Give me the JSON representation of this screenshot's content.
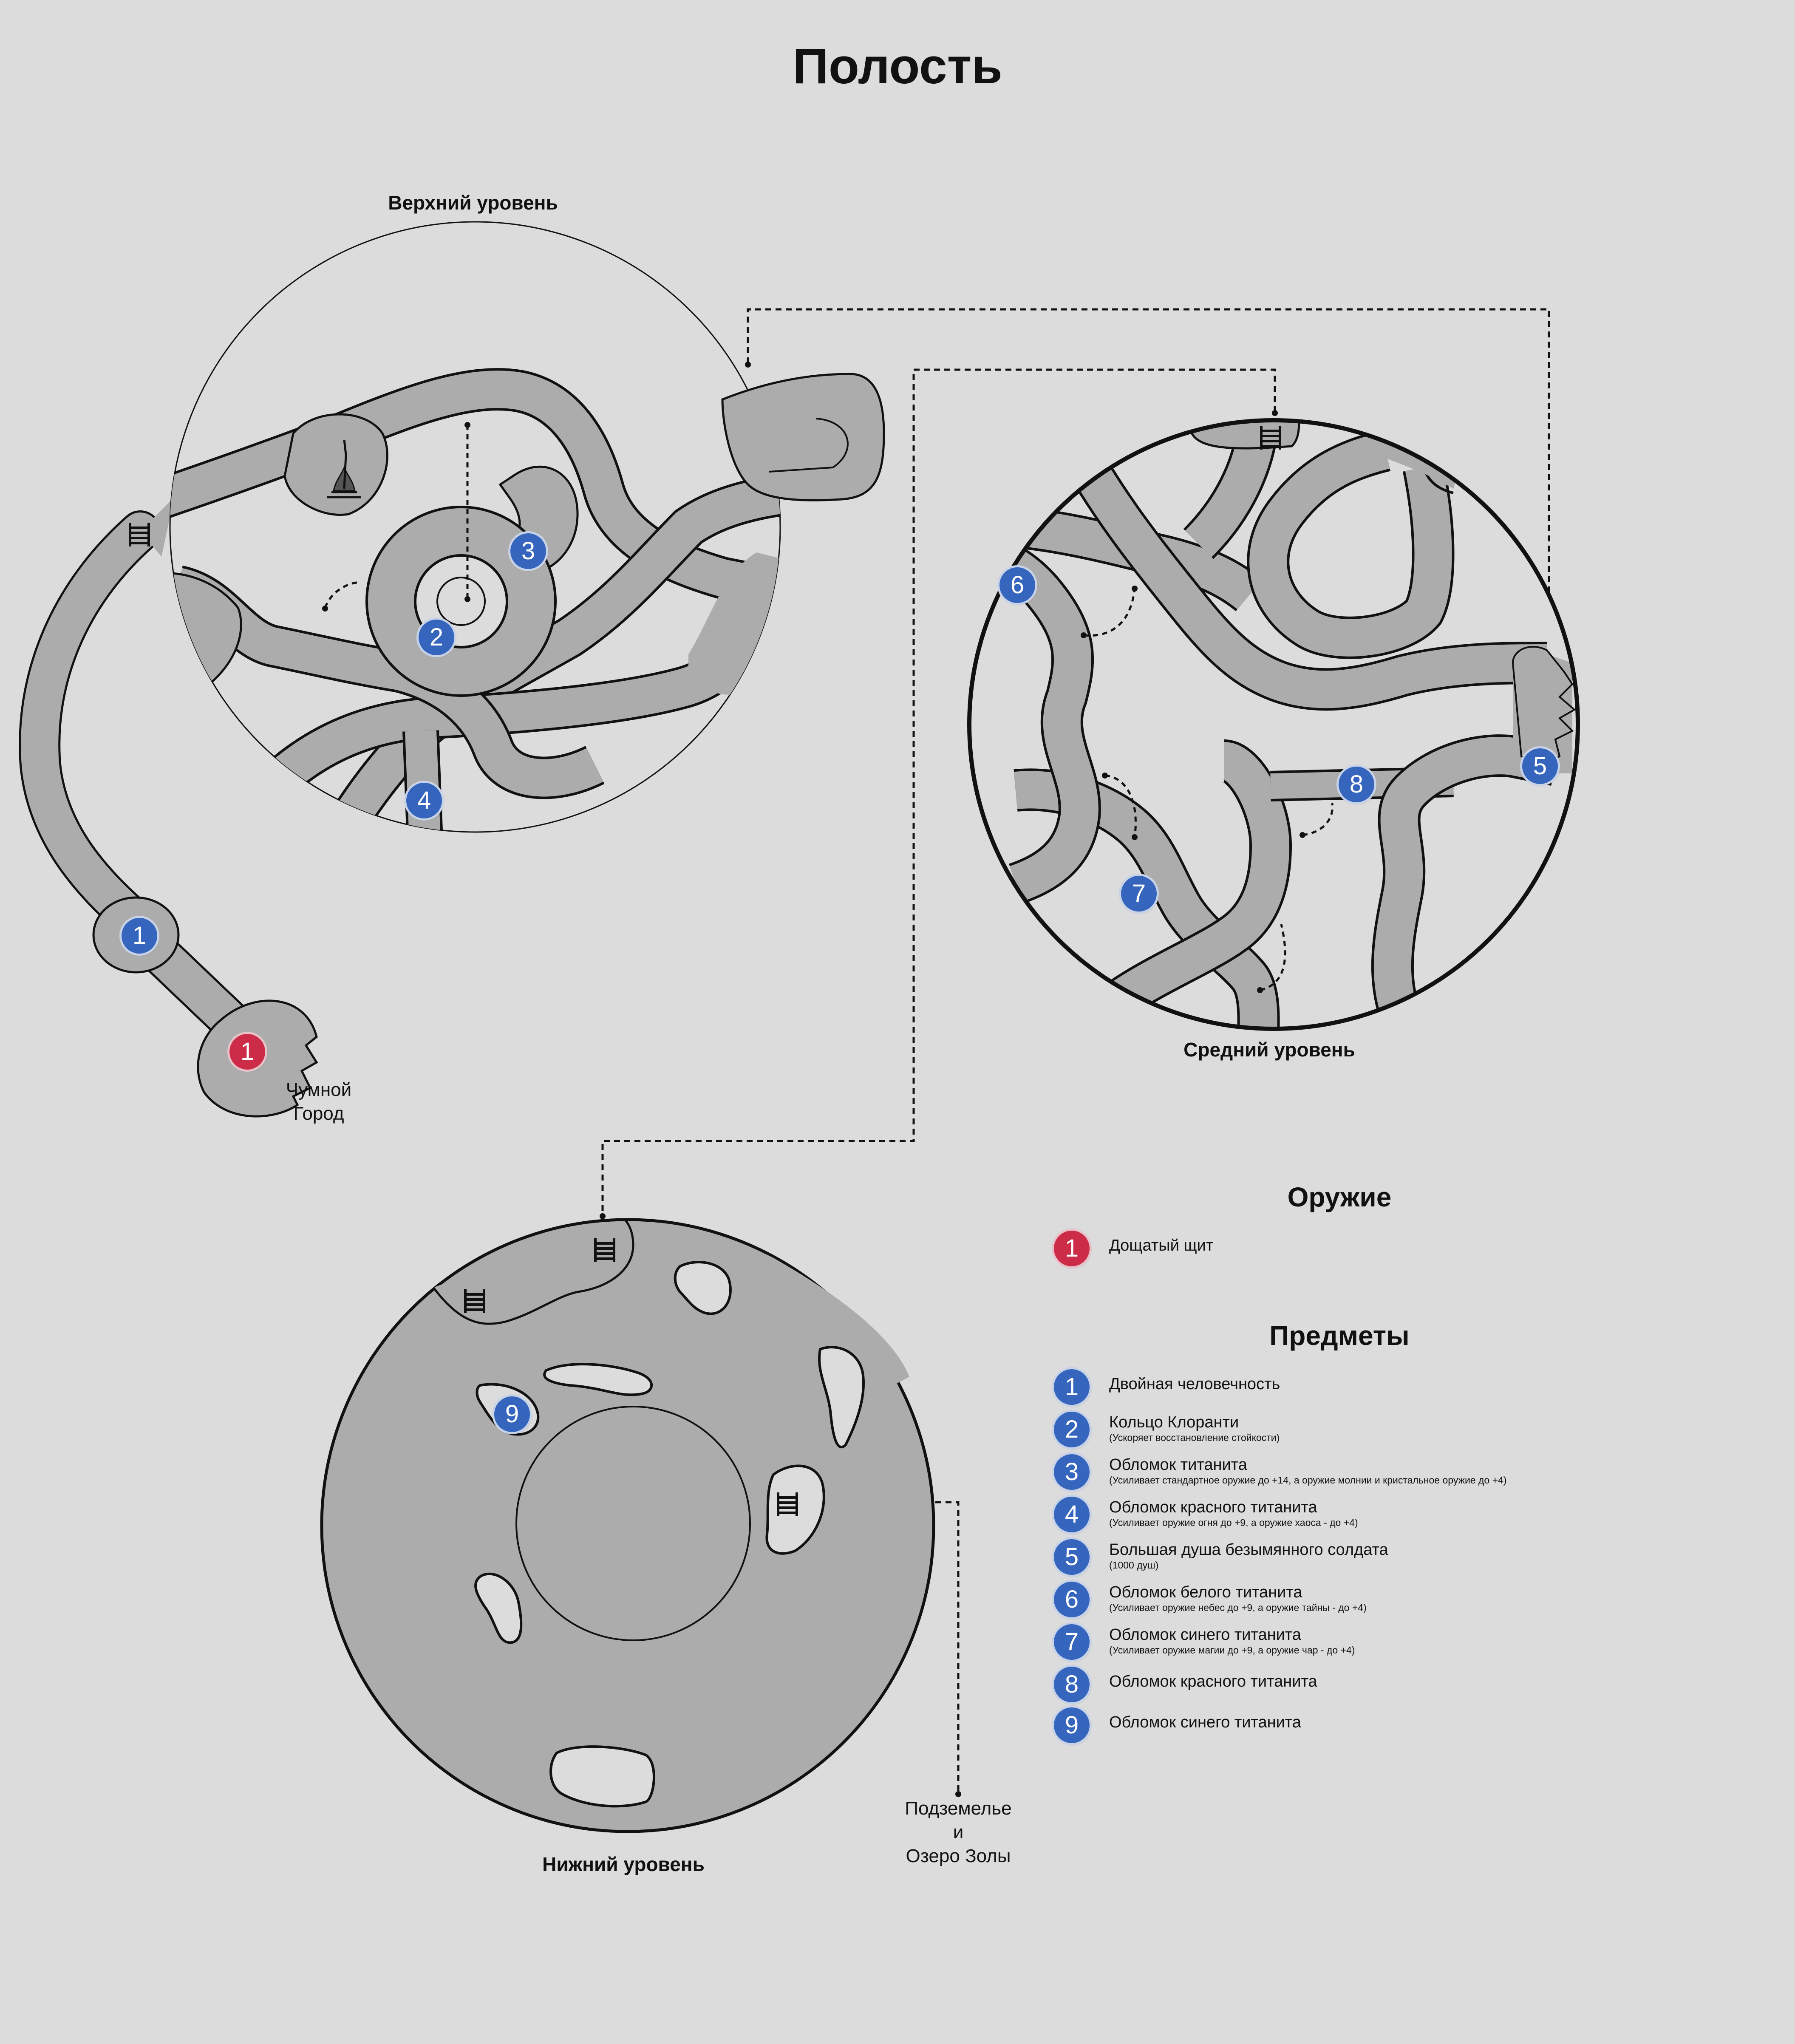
{
  "title": "Полость",
  "levels": {
    "upper": "Верхний уровень",
    "middle": "Средний уровень",
    "lower": "Нижний уровень"
  },
  "places": {
    "plague_town_line1": "Чумной",
    "plague_town_line2": "Город",
    "depths_line1": "Подземелье",
    "depths_line2": "и",
    "depths_line3": "Озеро Золы"
  },
  "legend": {
    "weapons_title": "Оружие",
    "weapons": [
      {
        "num": "1",
        "name": "Дощатый щит"
      }
    ],
    "items_title": "Предметы",
    "items": [
      {
        "num": "1",
        "name": "Двойная человечность",
        "note": ""
      },
      {
        "num": "2",
        "name": "Кольцо Клоранти",
        "note": "(Ускоряет восстановление стойкости)"
      },
      {
        "num": "3",
        "name": "Обломок титанита",
        "note": "(Усиливает стандартное оружие до +14, а оружие молнии и кристальное оружие до +4)"
      },
      {
        "num": "4",
        "name": "Обломок красного титанита",
        "note": "(Усиливает оружие огня до +9, а оружие хаоса - до +4)"
      },
      {
        "num": "5",
        "name": "Большая душа безымянного солдата",
        "note": "(1000 душ)"
      },
      {
        "num": "6",
        "name": "Обломок белого титанита",
        "note": "(Усиливает оружие небес до +9, а оружие тайны - до +4)"
      },
      {
        "num": "7",
        "name": "Обломок синего титанита",
        "note": "(Усиливает оружие магии до +9, а оружие чар - до +4)"
      },
      {
        "num": "8",
        "name": "Обломок красного титанита",
        "note": ""
      },
      {
        "num": "9",
        "name": "Обломок синего титанита",
        "note": ""
      }
    ]
  },
  "map_markers": {
    "upper": [
      "1",
      "2",
      "3",
      "4"
    ],
    "upper_weapon": [
      "1"
    ],
    "middle": [
      "5",
      "6",
      "7",
      "8"
    ],
    "lower": [
      "9"
    ]
  },
  "colors": {
    "background": "#dcdcdc",
    "path_fill": "#acacac",
    "outline": "#111111",
    "item_marker": "#3565bd",
    "weapon_marker": "#cc2c48"
  },
  "icons": [
    "bonfire-icon",
    "ladder-icon"
  ]
}
